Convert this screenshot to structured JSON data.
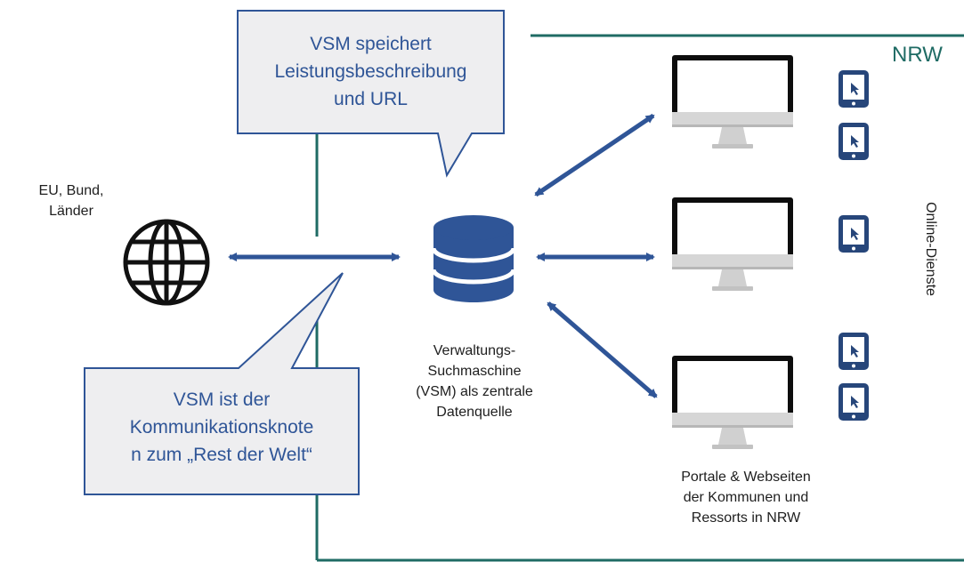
{
  "region": {
    "label": "NRW"
  },
  "callouts": {
    "top": [
      "VSM speichert",
      "Leistungsbeschreibung",
      "und URL"
    ],
    "bottom": [
      "VSM ist der",
      "Kommunikationsknote",
      "n zum „Rest der Welt“"
    ]
  },
  "external": {
    "label": [
      "EU, Bund,",
      "Länder"
    ],
    "icon": "globe-icon"
  },
  "central": {
    "label": [
      "Verwaltungs-",
      "Suchmaschine",
      "(VSM) als zentrale",
      "Datenquelle"
    ],
    "icon": "database-icon"
  },
  "portals": {
    "label": [
      "Portale & Webseiten",
      "der Kommunen und",
      "Ressorts in NRW"
    ]
  },
  "online_services": {
    "label": "Online-Dienste"
  },
  "colors": {
    "arrow": "#2f5597",
    "frame": "#1f6b64",
    "callout_fill": "#eeeef0",
    "callout_stroke": "#2f5597"
  }
}
